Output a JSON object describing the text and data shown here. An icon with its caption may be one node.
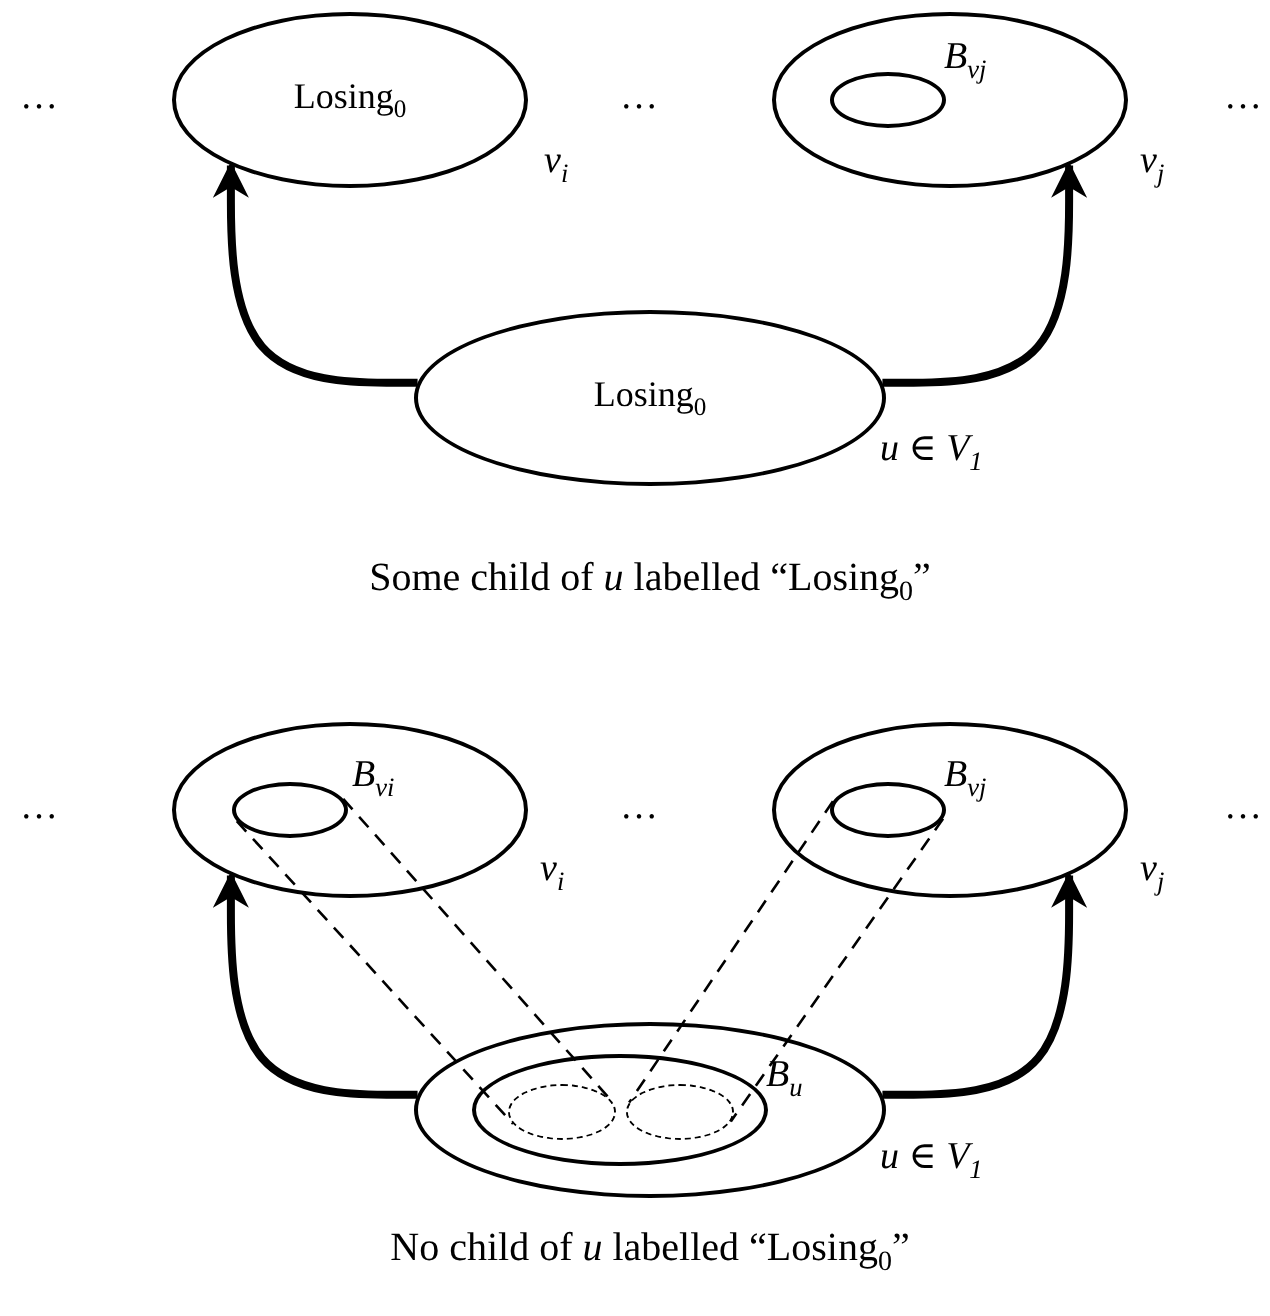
{
  "diagram": {
    "nodes": [
      {
        "text": [
          "Losing$_{0}$"
        ],
        "beside": [
          "v$_{i}$"
        ]
      },
      {
        "text": [],
        "shape": "circle",
        "beside": [
          "v$_{j}$"
        ]
      },
      {
        "text": [],
        "shape": "circle",
        "in": 1,
        "beside": [
          "B$_{vj}$"
        ]
      },
      {
        "text": [
          "Losing$_{0}$"
        ],
        "beside": [
          "u ∈ V$_{1}$"
        ]
      },
      {
        "text": [],
        "shape": "circle",
        "beside": [
          "v$_{i}$"
        ]
      },
      {
        "text": [],
        "shape": "circle",
        "in": 4,
        "beside": [
          "B$_{vi}$"
        ]
      },
      {
        "text": [],
        "shape": "circle",
        "beside": [
          "v$_{j}$"
        ]
      },
      {
        "text": [],
        "shape": "circle",
        "in": 6,
        "beside": [
          "B$_{vj}$"
        ]
      },
      {
        "text": [],
        "shape": "circle",
        "beside": [
          "u ∈ V$_{1}$"
        ]
      },
      {
        "text": [],
        "shape": "circle",
        "in": 8,
        "beside": [
          "B$_{u}$"
        ]
      },
      {
        "text": [],
        "shape": "circle",
        "in": 9
      },
      {
        "text": [],
        "shape": "circle",
        "in": 9
      }
    ],
    "edges": [
      {
        "from": 3,
        "to": 0,
        "arrow": "to",
        "style": "thick"
      },
      {
        "from": 3,
        "to": 1,
        "arrow": "to",
        "style": "thick"
      },
      {
        "from": 8,
        "to": 4,
        "arrow": "to",
        "style": "thick"
      },
      {
        "from": 8,
        "to": 6,
        "arrow": "to",
        "style": "thick"
      },
      {
        "from": 5,
        "to": 10,
        "arrow": "none",
        "style": "dashed"
      },
      {
        "from": 5,
        "to": 10,
        "arrow": "none",
        "style": "dashed"
      },
      {
        "from": 7,
        "to": 11,
        "arrow": "none",
        "style": "dashed"
      },
      {
        "from": 7,
        "to": 11,
        "arrow": "none",
        "style": "dashed"
      }
    ],
    "labels": [
      "…",
      "…",
      "…",
      "Some child of *u* labelled “Losing$_{0}$”",
      "…",
      "…",
      "…",
      "No child of *u* labelled “Losing$_{0}$”"
    ]
  }
}
